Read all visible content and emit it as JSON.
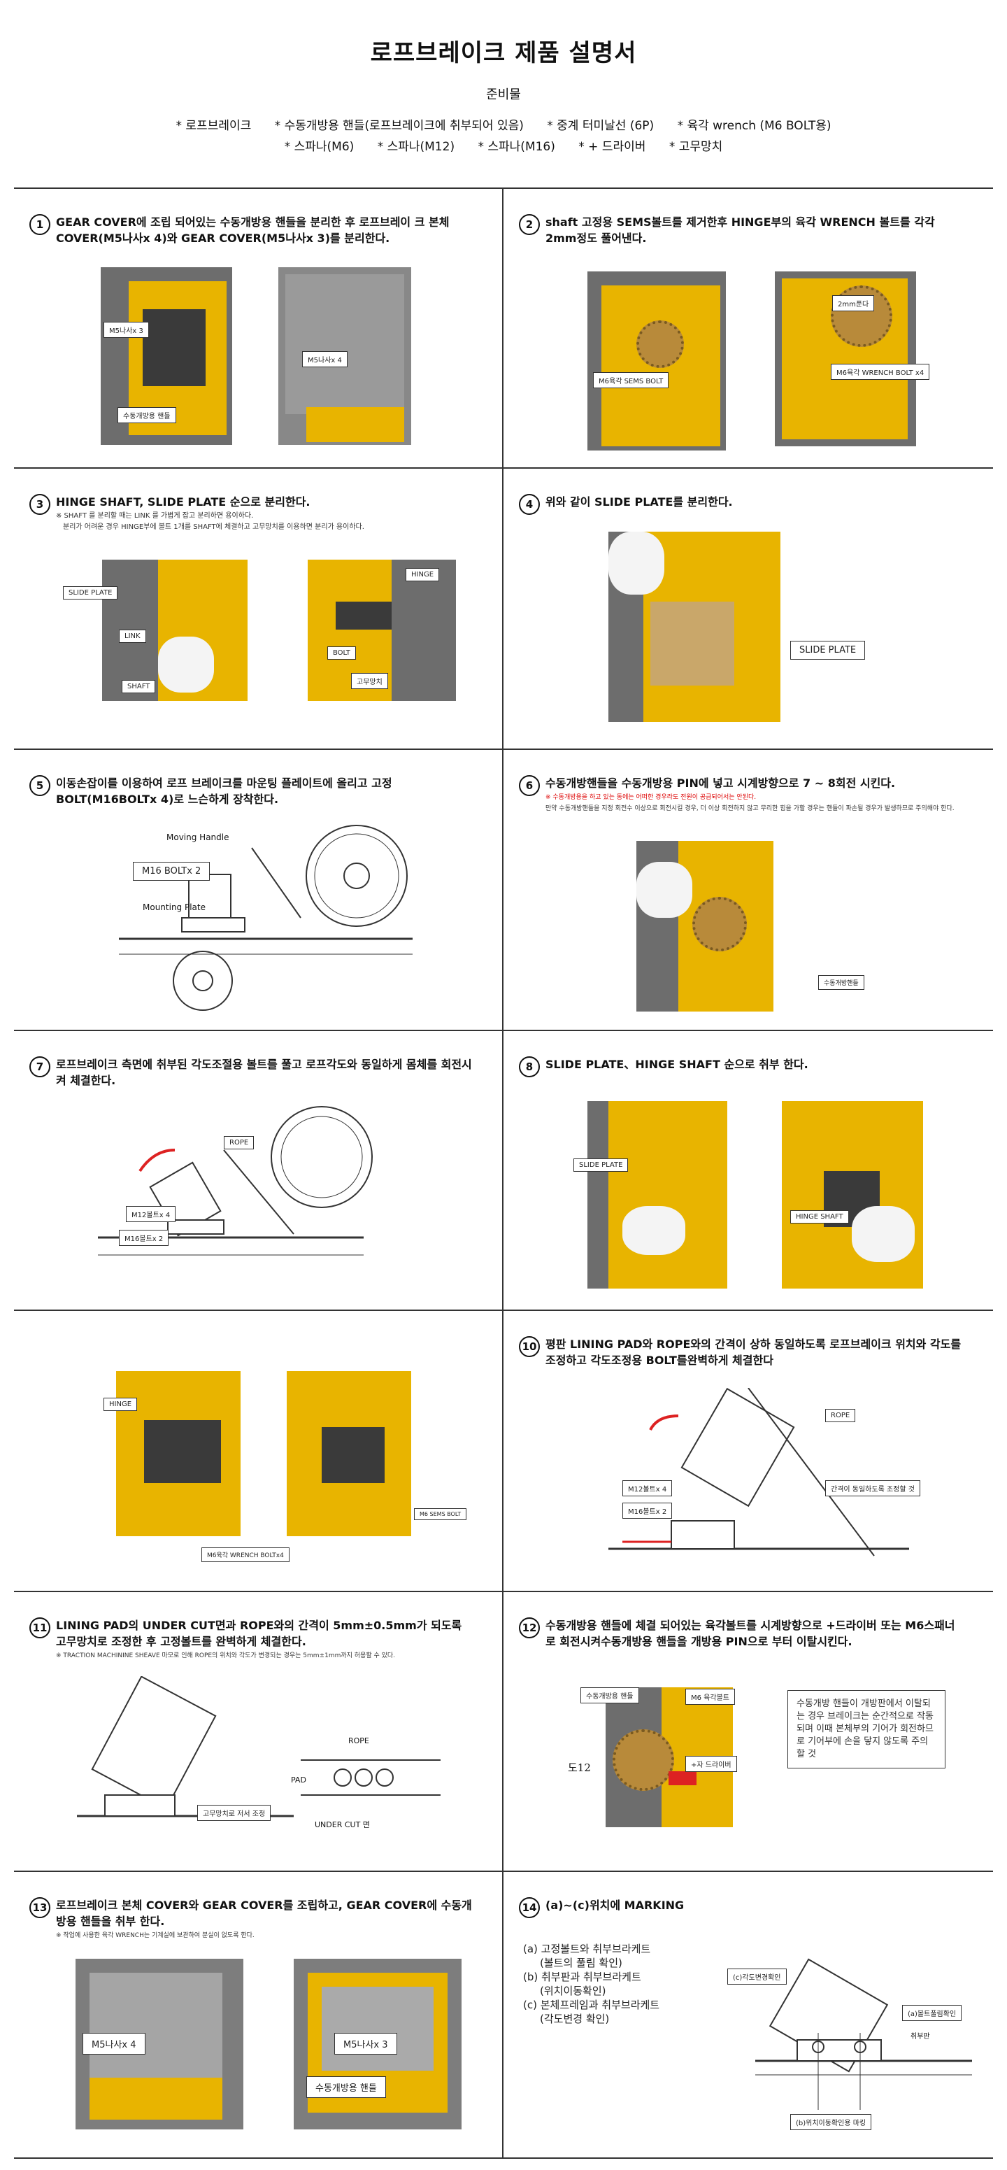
{
  "header": {
    "title": "로프브레이크 제품 설명서",
    "subtitle": "준비물",
    "prep_line1": [
      "* 로프브레이크",
      "* 수동개방용 핸들(로프브레이크에 취부되어 있음)",
      "* 중계 터미날선 (6P)",
      "* 육각 wrench (M6 BOLT용)"
    ],
    "prep_line2": [
      "* 스파나(M6)",
      "* 스파나(M12)",
      "* 스파나(M16)",
      "* + 드라이버",
      "* 고무망치"
    ]
  },
  "steps": {
    "s1": {
      "num": "1",
      "text": "GEAR COVER에 조립 되어있는 수동개방용 핸들을 분리한 후 로프브레이 크 본체 COVER(M5나사x 4)와 GEAR COVER(M5나사x 3)를 분리한다.",
      "labels": [
        "M5나사x 3",
        "수동개방용 핸들",
        "M5나사x 4"
      ]
    },
    "s2": {
      "num": "2",
      "text": "shaft 고정용 SEMS볼트를 제거한후 HINGE부의 육각 WRENCH 볼트를 각각 2mm정도 풀어낸다.",
      "labels": [
        "M6육각 SEMS BOLT",
        "2mm푼다",
        "M6육각 WRENCH BOLT x4"
      ]
    },
    "s3": {
      "num": "3",
      "text": "HINGE SHAFT, SLIDE PLATE 순으로 분리한다.",
      "note1": "※ SHAFT 를 분리할 때는 LINK 를 가볍게 잡고 분리하면 용이하다.",
      "note2": "분리가 어려운 경우 HINGE부에 볼트 1개를 SHAFT에 체결하고 고무망치를 이용하면 분리가 용이하다.",
      "labels": [
        "SLIDE PLATE",
        "LINK",
        "SHAFT",
        "HINGE",
        "BOLT",
        "고무망치"
      ]
    },
    "s4": {
      "num": "4",
      "text": "위와 같이 SLIDE PLATE를 분리한다.",
      "labels": [
        "SLIDE PLATE"
      ]
    },
    "s5": {
      "num": "5",
      "text": "이동손잡이를 이용하여 로프 브레이크를 마운팅 플레이트에 올리고 고정 BOLT(M16BOLTx 4)로 느슨하게 장착한다.",
      "labels": [
        "Moving Handle",
        "M16 BOLTx 2",
        "Mounting Plate"
      ]
    },
    "s6": {
      "num": "6",
      "text": "수동개방핸들을 수동개방용 PIN에 넣고 시계방향으로 7 ~ 8회전 시킨다.",
      "note_red": "※ 수동개방용을 하고 있는 동에는 어떠한 경우라도 전원이 공급되어서는 안된다.",
      "note_black": "만약 수동개방핸들을 지정 회전수 이상으로 회전시킬 경우, 더 이상 회전하지 않고 무리한 힘을 가할 경우는 핸들이 파손될 경우가 발생하므로 주의해야 한다.",
      "labels": [
        "수동개방핸들"
      ]
    },
    "s7": {
      "num": "7",
      "text": "로프브레이크 측면에 취부된 각도조절용 볼트를 풀고 로프각도와 동일하게 몸체를 회전시켜 체결한다.",
      "labels": [
        "ROPE",
        "M12볼트x 4",
        "M16볼트x 2"
      ]
    },
    "s8": {
      "num": "8",
      "text": "SLIDE PLATE、HINGE SHAFT 순으로 취부 한다.",
      "labels": [
        "SLIDE PLATE",
        "HINGE SHAFT"
      ]
    },
    "s9": {
      "labels": [
        "HINGE",
        "M6육각 WRENCH BOLTx4",
        "M6 SEMS BOLT"
      ]
    },
    "s10": {
      "num": "10",
      "text": "평판 LINING PAD와 ROPE와의 간격이 상하 동일하도록 로프브레이크 위치와 각도를 조정하고 각도조정용 BOLT를완벽하게 체결한다",
      "labels": [
        "ROPE",
        "M12볼트x 4",
        "M16볼트x 2",
        "간격이 동일하도록 조정할 것"
      ]
    },
    "s11": {
      "num": "11",
      "text": "LINING PAD의 UNDER CUT면과 ROPE와의 간격이 5mm±0.5mm가 되도록",
      "text2": "고무망치로 조정한 후 고정볼트를 완벽하게 체결한다.",
      "note": "※ TRACTION MACHININE SHEAVE 마모로 인해 ROPE의 위치와 각도가 변경되는 경우는 5mm±1mm까지 허용할 수 있다.",
      "labels": [
        "ROPE",
        "PAD",
        "고무망치로 저서 조정",
        "UNDER CUT 면"
      ]
    },
    "s12": {
      "num": "12",
      "text": "수동개방용 핸들에 체결 되어있는 육각볼트를 시계방향으로 +드라이버 또는 M6스패너로 회전시켜수동개방용 핸들을 개방용 PIN으로 부터 이탈시킨다.",
      "labels": [
        "수동개방용 핸들",
        "M6 육각볼트",
        "+자 드라이버"
      ],
      "fig": "도12",
      "warning": "수동개방 핸들이 개방판에서 이탈되는 경우 브레이크는 순간적으로 작동되며 이때 본체부의 기어가 회전하므로 기어부에 손을 닿지 않도록 주의할 것"
    },
    "s13": {
      "num": "13",
      "text": "로프브레이크 본체 COVER와 GEAR COVER를 조립하고, GEAR COVER에 수동개방용 핸들을 취부 한다.",
      "note": "※ 작업에 사용한 육각 WRENCH는 기계실에 보관하여 분실이 없도록 한다.",
      "labels": [
        "M5나사x 4",
        "M5나사x 3",
        "수동개방용 핸들"
      ]
    },
    "s14": {
      "num": "14",
      "text": "(a)~(c)위치에 MARKING",
      "list": [
        "(a) 고정볼트와 취부브라케트",
        "(볼트의 풀림 확인)",
        "(b) 취부판과 취부브라케트",
        "(위치이동확인)",
        "(c) 본체프레임과 취부브라케트",
        "(각도변경 확인)"
      ],
      "labels": [
        "(c)각도변경확인",
        "(a)볼트풀림확인",
        "취부판",
        "(b)위치이동확인용 마킹"
      ]
    }
  }
}
